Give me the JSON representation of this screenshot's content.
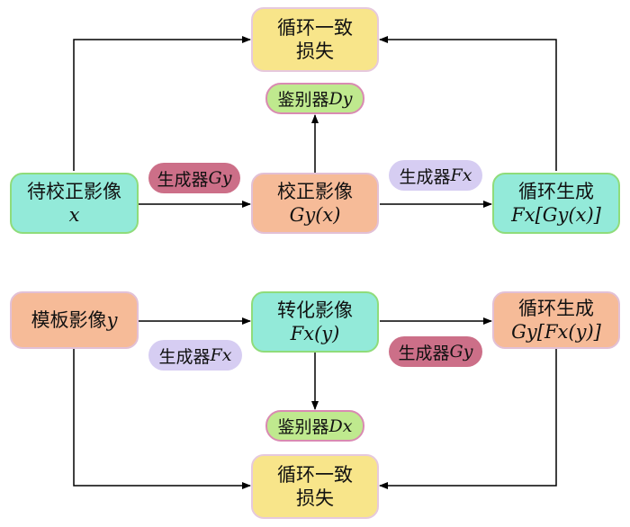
{
  "top": {
    "loss": {
      "l1": "循环一致",
      "l2": "损失"
    },
    "disc": {
      "text": "鉴别器",
      "var": "Dy"
    },
    "input": {
      "l1": "待校正影像",
      "l2": "x"
    },
    "gen_a": {
      "text": "生成器",
      "var": "Gy"
    },
    "mid": {
      "l1": "校正影像",
      "l2": "Gy(x)"
    },
    "gen_b": {
      "text": "生成器",
      "var": "Fx"
    },
    "out": {
      "l1": "循环生成",
      "l2": "Fx[Gy(x)]"
    }
  },
  "bottom": {
    "input": {
      "l1": "模板影像",
      "var": "y"
    },
    "mid": {
      "l1": "转化影像",
      "l2": "Fx(y)"
    },
    "out": {
      "l1": "循环生成",
      "l2": "Gy[Fx(y)]"
    },
    "gen_a": {
      "text": "生成器",
      "var": "Fx"
    },
    "gen_b": {
      "text": "生成器",
      "var": "Gy"
    },
    "disc": {
      "text": "鉴别器",
      "var": "Dx"
    },
    "loss": {
      "l1": "循环一致",
      "l2": "损失"
    }
  },
  "colors": {
    "green_node": "#93ead9",
    "orange_node": "#f6bb98",
    "yellow_node": "#f8e58a",
    "gen_pink": "#cc6f88",
    "gen_lavender": "#d6cdf2",
    "disc_lime": "#bfe98e",
    "arrow": "#000000"
  }
}
